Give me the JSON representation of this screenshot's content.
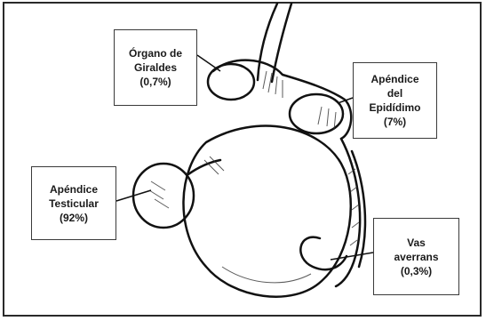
{
  "figure": {
    "labels": {
      "organo_giraldes": {
        "line1": "Órgano de",
        "line2": "Giraldes",
        "line3": "(0,7%)"
      },
      "apendice_epididimo": {
        "line1": "Apéndice",
        "line2": "del",
        "line3": "Epidídimo",
        "line4": "(7%)"
      },
      "apendice_testicular": {
        "line1": "Apéndice",
        "line2": "Testicular",
        "line3": "(92%)"
      },
      "vas_aberrans": {
        "line1": "Vas",
        "line2": "averrans",
        "line3": "(0,3%)"
      }
    }
  }
}
